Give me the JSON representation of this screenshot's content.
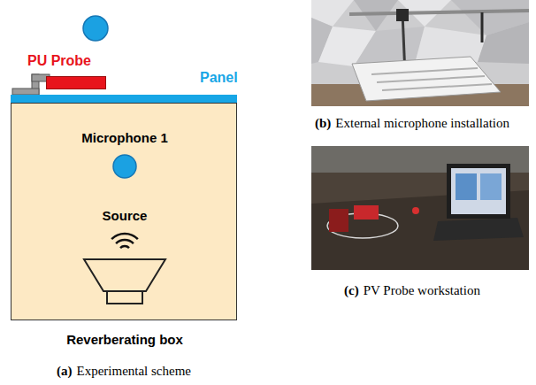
{
  "diagram": {
    "nodes": [
      {
        "text": [
          "PU Probe"
        ]
      },
      {
        "text": [
          "Panel"
        ]
      },
      {
        "text": [
          "Reverberating box"
        ]
      },
      {
        "text": [
          "Microphone 1"
        ],
        "in": 2
      },
      {
        "text": [
          "Source"
        ],
        "in": 2
      }
    ],
    "labels": [
      "(a)",
      "Experimental scheme",
      "(b)",
      "External microphone installation",
      "(c)",
      "PV Probe workstation"
    ]
  }
}
